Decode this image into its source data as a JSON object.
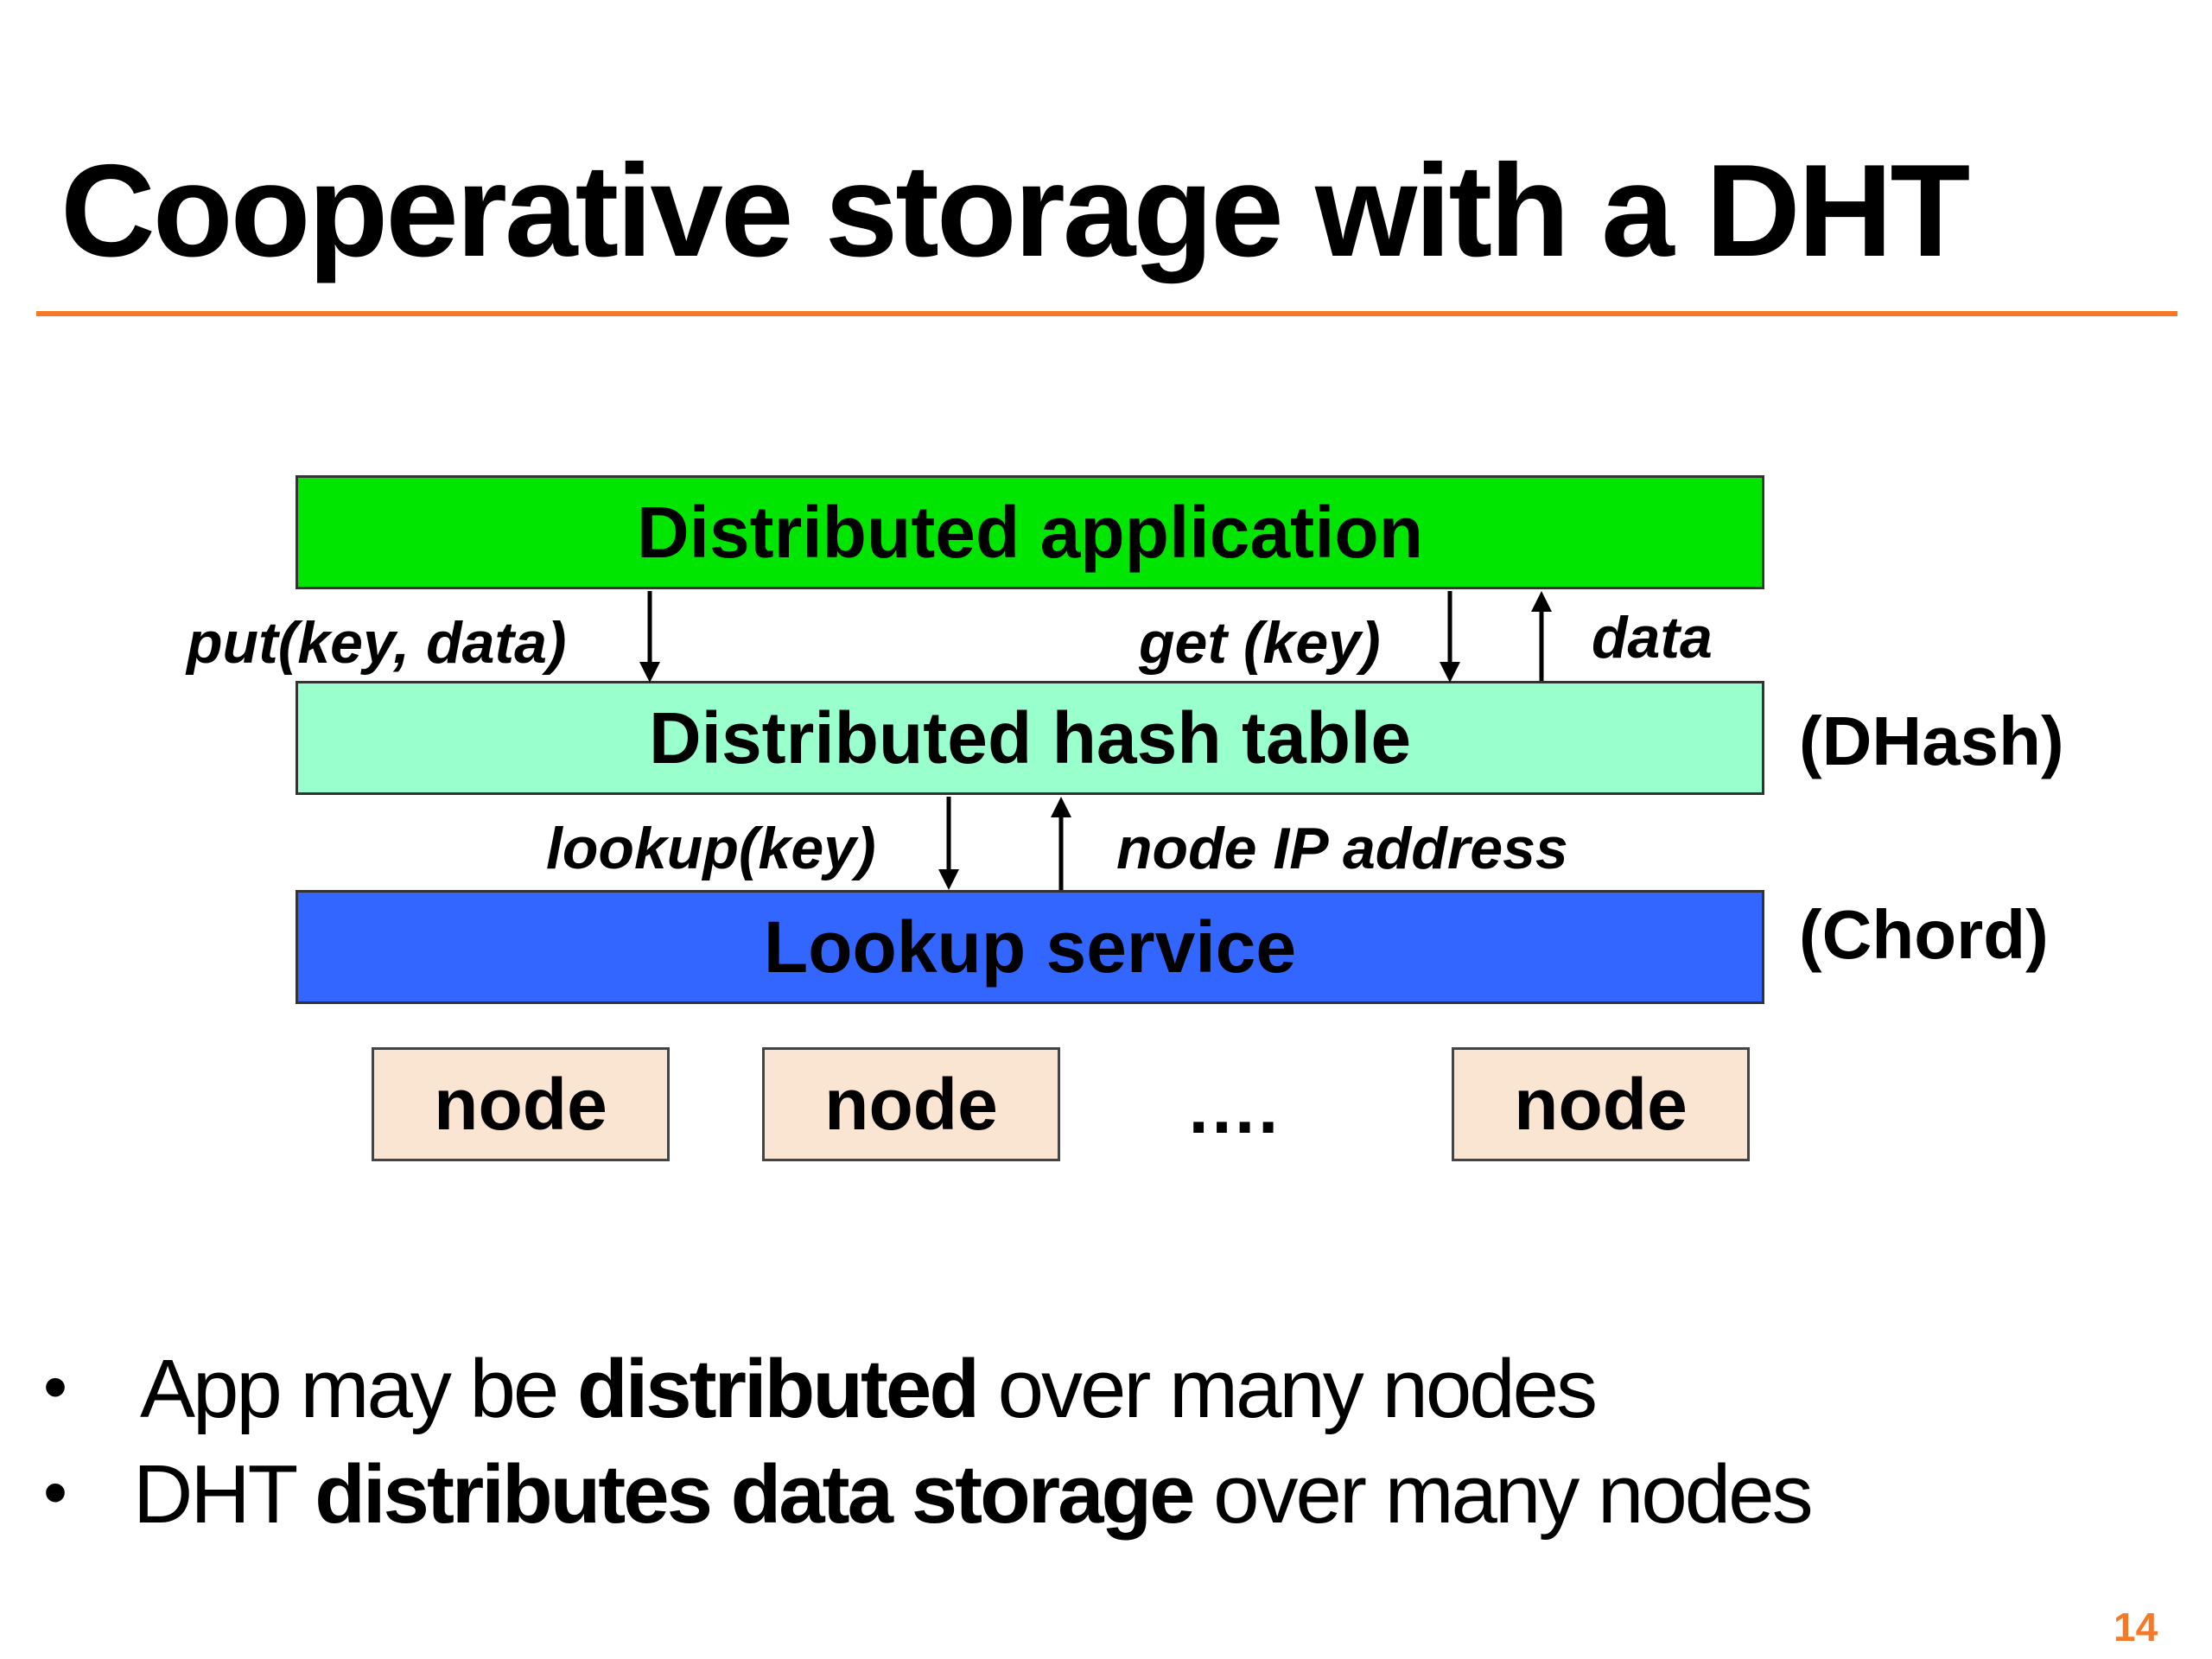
{
  "slide": {
    "title": "Cooperative storage with a DHT",
    "page_number": "14",
    "accent_color": "#f47a2a"
  },
  "diagram": {
    "layers": {
      "application": {
        "label": "Distributed application",
        "color": "#00e600"
      },
      "dht": {
        "label": "Distributed hash table",
        "color": "#99ffcc",
        "side_label": "(DHash)"
      },
      "lookup": {
        "label": "Lookup service",
        "color": "#3366ff",
        "side_label": "(Chord)"
      }
    },
    "edges": {
      "put": "put(key, data)",
      "get": "get (key)",
      "data": "data",
      "lookup": "lookup(key)",
      "node_ip": "node IP address"
    },
    "nodes": [
      "node",
      "node",
      "node"
    ],
    "ellipsis": "…."
  },
  "bullets": [
    {
      "marker": "•",
      "pre": "App may be ",
      "bold": "distributed",
      "post": " over many nodes"
    },
    {
      "marker": "•",
      "pre": "DHT ",
      "bold": "distributes data storage",
      "post": " over many nodes"
    }
  ]
}
